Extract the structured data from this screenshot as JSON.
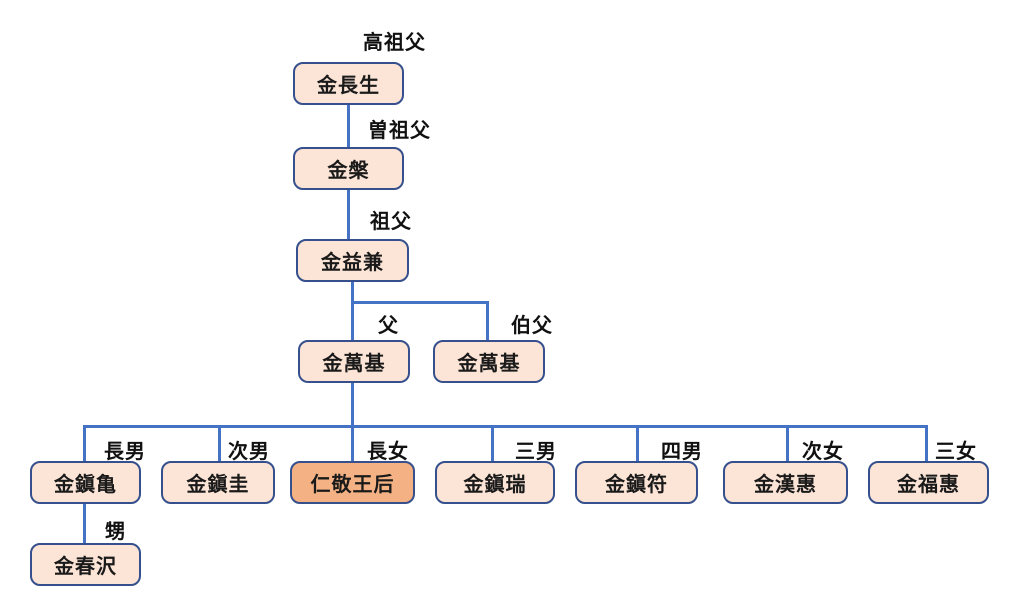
{
  "diagram": {
    "type": "family-tree",
    "colors": {
      "box_fill": "#FCE4D6",
      "box_fill_highlight": "#F4B183",
      "box_border": "#35508C",
      "connector_line": "#4472C4",
      "text": "#1A1A1A",
      "background": "#FFFFFF"
    },
    "nodes": [
      {
        "name": "金長生",
        "relation": "高祖父",
        "highlight": false
      },
      {
        "name": "金槃",
        "relation": "曽祖父",
        "highlight": false
      },
      {
        "name": "金益兼",
        "relation": "祖父",
        "highlight": false
      },
      {
        "name": "金萬基",
        "relation": "父",
        "highlight": false
      },
      {
        "name": "金萬基",
        "relation": "伯父",
        "highlight": false
      },
      {
        "name": "金鎭亀",
        "relation": "長男",
        "highlight": false
      },
      {
        "name": "金鎭圭",
        "relation": "次男",
        "highlight": false
      },
      {
        "name": "仁敬王后",
        "relation": "長女",
        "highlight": true
      },
      {
        "name": "金鎭瑞",
        "relation": "三男",
        "highlight": false
      },
      {
        "name": "金鎭符",
        "relation": "四男",
        "highlight": false
      },
      {
        "name": "金漢惠",
        "relation": "次女",
        "highlight": false
      },
      {
        "name": "金福惠",
        "relation": "三女",
        "highlight": false
      },
      {
        "name": "金春沢",
        "relation": "甥",
        "highlight": false
      }
    ]
  }
}
